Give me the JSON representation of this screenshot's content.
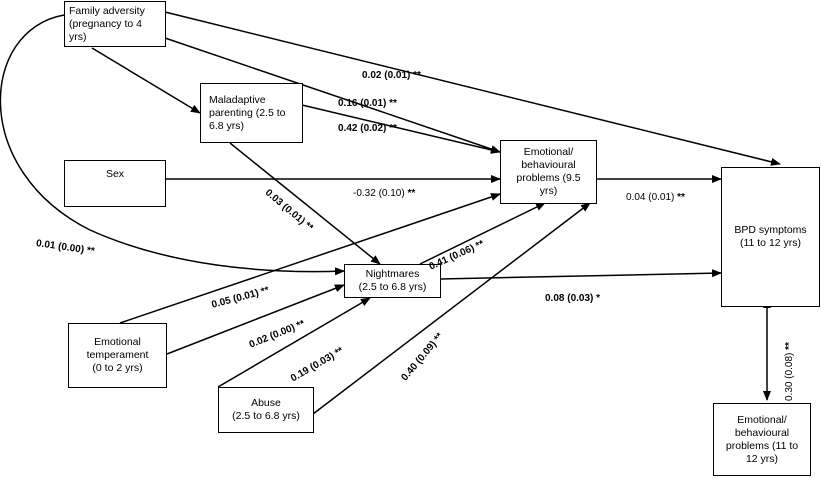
{
  "nodes": {
    "family_adversity": "Family adversity\n(pregnancy to 4\nyrs)",
    "maladaptive_parenting": "Maladaptive\nparenting (2.5 to\n6.8 yrs)",
    "sex": "Sex",
    "emotional_behavioural_9": "Emotional/\nbehavioural\nproblems (9.5\nyrs)",
    "bpd_symptoms": "BPD symptoms\n(11 to 12 yrs)",
    "nightmares": "Nightmares\n(2.5 to 6.8 yrs)",
    "emotional_temperament": "Emotional\ntemperament\n(0 to 2 yrs)",
    "abuse": "Abuse\n(2.5 to 6.8 yrs)",
    "emotional_behavioural_11": "Emotional/\nbehavioural\nproblems (11 to\n12 yrs)"
  },
  "paths": {
    "fa_bpd": {
      "coef": "0.02 (0.01)",
      "sig": "**"
    },
    "mp_eb9": {
      "coef": "0.16 (0.01)",
      "sig": "**"
    },
    "fa_eb9": {
      "coef": "0.42 (0.02)",
      "sig": "**"
    },
    "sex_eb9": {
      "coef": "-0.32 (0.10)",
      "sig": "**"
    },
    "eb9_bpd": {
      "coef": "0.04 (0.01)",
      "sig": "**"
    },
    "mp_nm": {
      "coef": "0.03 (0.01)",
      "sig": "**"
    },
    "fa_nm": {
      "coef": "0.01 (0.00)",
      "sig": "**"
    },
    "nm_eb9": {
      "coef": "0.41 (0.06)",
      "sig": "**"
    },
    "et_eb9": {
      "coef": "0.05 (0.01)",
      "sig": "**"
    },
    "nm_bpd": {
      "coef": "0.08 (0.03)",
      "sig": "*"
    },
    "et_nm": {
      "coef": "0.02 (0.00)",
      "sig": "**"
    },
    "ab_nm": {
      "coef": "0.19 (0.03)",
      "sig": "**"
    },
    "ab_eb9": {
      "coef": "0.40 (0.09)",
      "sig": "**"
    },
    "bpd_eb11": {
      "coef": "0.30 (0.08)",
      "sig": "**"
    }
  }
}
